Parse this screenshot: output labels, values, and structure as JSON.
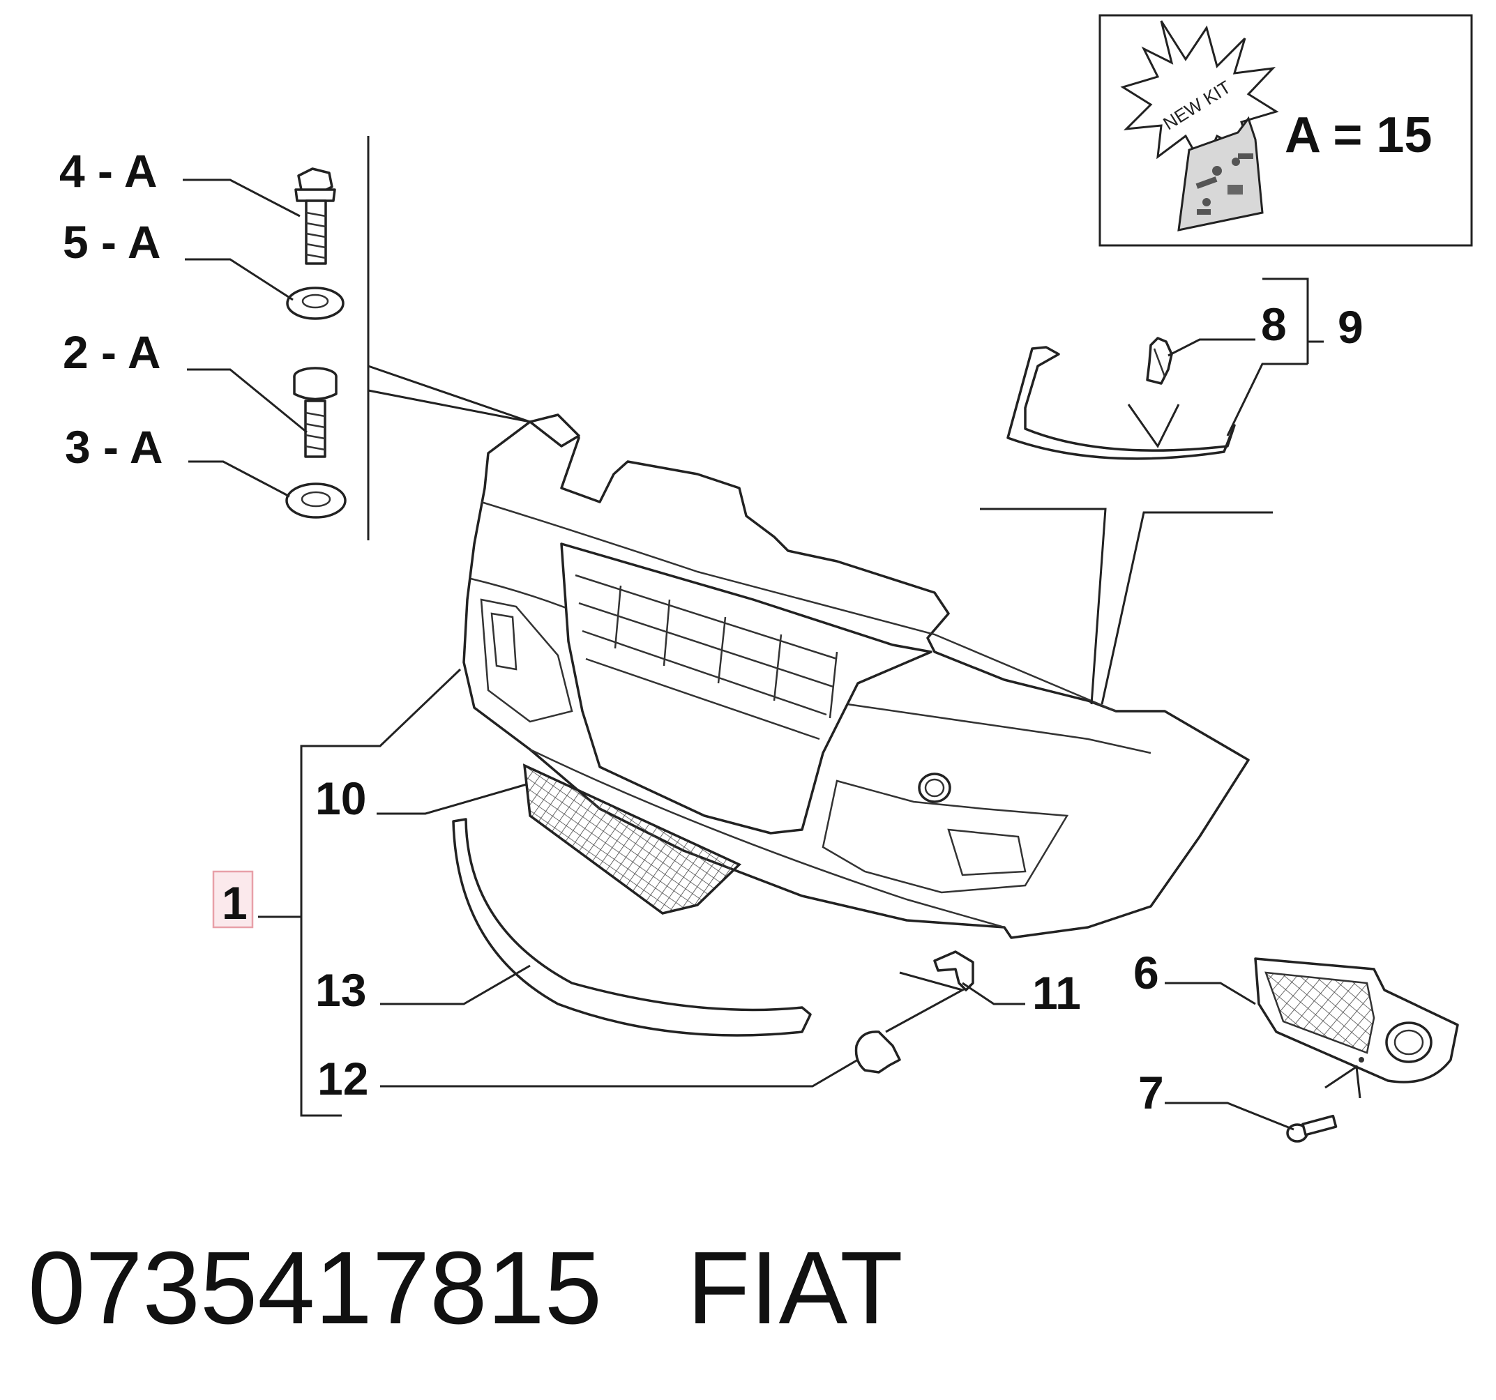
{
  "callouts": {
    "p4a": "4 - A",
    "p5a": "5 - A",
    "p2a": "2 - A",
    "p3a": "3 - A",
    "p8": "8",
    "p9": "9",
    "p1": "1",
    "p10": "10",
    "p13": "13",
    "p12": "12",
    "p11": "11",
    "p6": "6",
    "p7": "7"
  },
  "kit": {
    "burst_text": "NEW KIT",
    "equation": "A = 15"
  },
  "footer": {
    "part_number": "0735417815",
    "brand": "FIAT"
  },
  "colors": {
    "line": "#222222",
    "highlight": "#e8a0a8",
    "highlight_fill": "#fbe9ec"
  }
}
